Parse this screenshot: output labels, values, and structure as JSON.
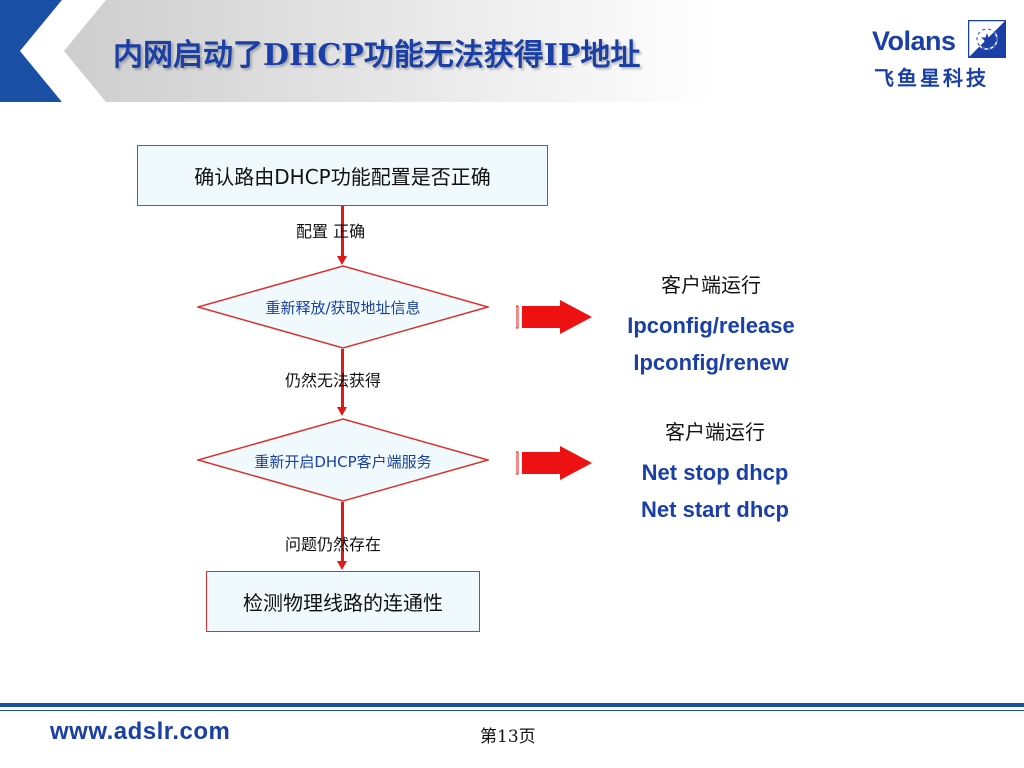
{
  "slide": {
    "title": "内网启动了DHCP功能无法获得IP地址",
    "page_number": "第13页"
  },
  "logo": {
    "brand_en": "Volans",
    "brand_cn": "飞鱼星科技"
  },
  "footer": {
    "url": "www.adslr.com"
  },
  "flowchart": {
    "start_box": "确认路由DHCP功能配置是否正确",
    "edge1_label": "配置  正确",
    "decision1": "重新释放/获取地址信息",
    "edge2_label": "仍然无法获得",
    "decision2": "重新开启DHCP客户端服务",
    "edge3_label": "问题仍然存在",
    "end_box": "检测物理线路的连通性"
  },
  "side_notes": [
    {
      "heading": "客户端运行",
      "commands": [
        "Ipconfig/release",
        "Ipconfig/renew"
      ]
    },
    {
      "heading": "客户端运行",
      "commands": [
        "Net stop dhcp",
        "Net start dhcp"
      ]
    }
  ],
  "colors": {
    "accent_blue": "#1a3fa6",
    "arrow_red": "#e01818",
    "border_red": "#d9322e",
    "box_fill": "#f0fafc"
  }
}
